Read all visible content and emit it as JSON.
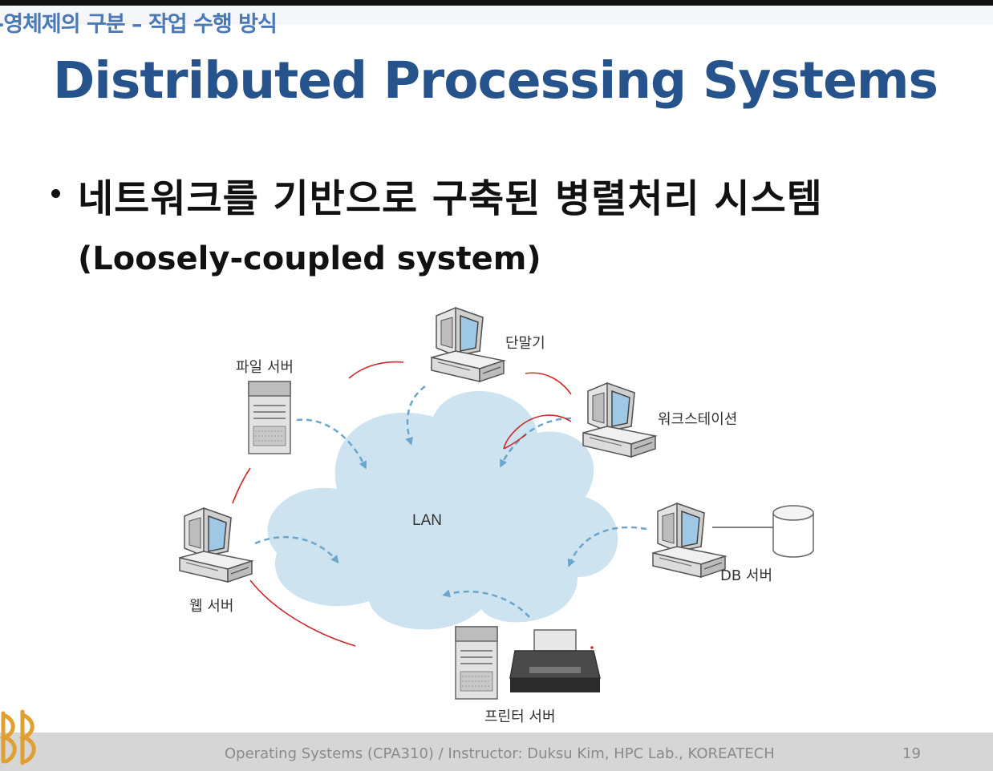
{
  "section_title": "-영체제의 구분 – 작업 수행 방식",
  "title": "Distributed Processing Systems",
  "bullet": "네트워크를 기반으로 구축된 병렬처리 시스템",
  "subtitle": "(Loosely-coupled system)",
  "diagram": {
    "cloud_label": "LAN",
    "nodes": {
      "terminal": "단말기",
      "file_server": "파일 서버",
      "workstation": "워크스테이션",
      "web_server": "웹 서버",
      "db_server": "DB 서버",
      "printer_server": "프린터 서버"
    }
  },
  "footer": {
    "text": "Operating Systems (CPA310) / Instructor: Duksu Kim, HPC Lab., KOREATECH",
    "page": "19"
  },
  "colors": {
    "title": "#27538c",
    "section_title": "#4a79b4",
    "cloud": "#cde3f0",
    "arrow": "#6aa6cb",
    "annotation": "#cc2a2a",
    "logo": "#e0a030"
  }
}
